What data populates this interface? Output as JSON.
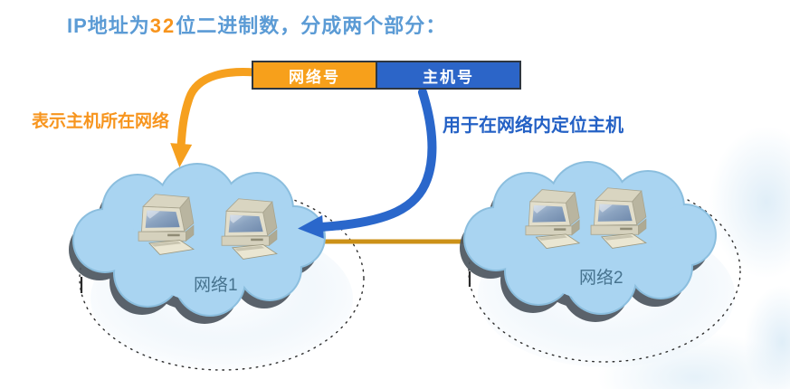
{
  "title": {
    "part1": "IP地址为",
    "highlight": "32",
    "part2": "位二进制数，分成两个部分："
  },
  "ip_structure_bar": {
    "network_segment": "网络号",
    "host_segment": "主机号"
  },
  "annotations": {
    "network_note": "表示主机所在网络",
    "host_note": "用于在网络内定位主机"
  },
  "clouds": [
    {
      "label": "网络1"
    },
    {
      "label": "网络2"
    }
  ],
  "icons": {
    "computer": "desktop-computer-icon",
    "orange_arrow": "curved-arrow-to-network-icon",
    "blue_arrow": "curved-arrow-to-host-icon",
    "link_line": "network-link-line"
  },
  "colors": {
    "title_blue": "#5b9bd5",
    "highlight_orange": "#f7941d",
    "network_fill": "#f7a01b",
    "host_fill": "#2c65c8",
    "cloud_fill": "#a9d4f1",
    "cloud_shadow": "#4d565f",
    "link_line": "#cc9118",
    "note_orange": "#f7951e",
    "note_blue": "#2461c5",
    "cloud_label": "#47738f"
  }
}
